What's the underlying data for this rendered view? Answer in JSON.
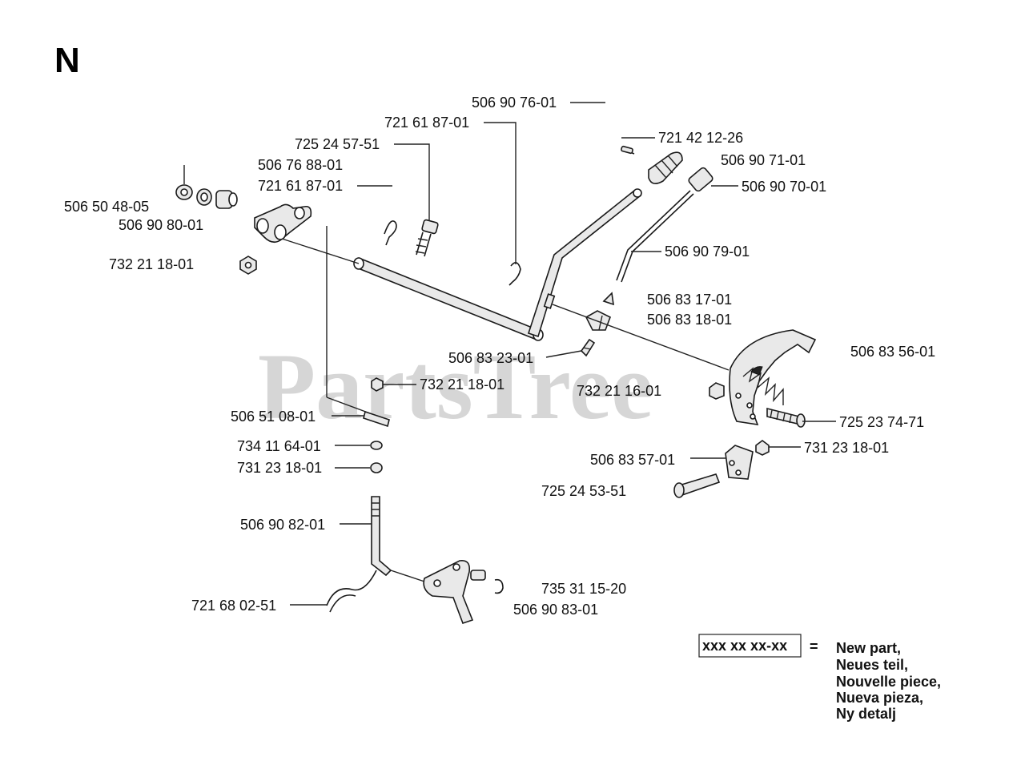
{
  "section_letter": "N",
  "watermark": "PartsTree",
  "labels": [
    "506 90 76-01",
    "721 61 87-01",
    "725 24 57-51",
    "506 76 88-01",
    "721 61 87-01",
    "506 50 48-05",
    "506 90 80-01",
    "732 21 18-01",
    "721 42 12-26",
    "506 90 71-01",
    "506 90 70-01",
    "506 90 79-01",
    "506 83 17-01",
    "506 83 18-01",
    "506 83 23-01",
    "506 83 56-01",
    "732 21 18-01",
    "732 21 16-01",
    "506 51 08-01",
    "725 23 74-71",
    "734 11 64-01",
    "731 23 18-01",
    "731 23 18-01",
    "506 83 57-01",
    "725 24 53-51",
    "506 90 82-01",
    "735 31 15-20",
    "721 68 02-51",
    "506 90 83-01"
  ],
  "legend": {
    "code": "xxx xx xx-xx",
    "equals": "=",
    "lines": [
      "New part,",
      "Neues teil,",
      "Nouvelle piece,",
      "Nueva pieza,",
      "Ny detalj"
    ]
  }
}
